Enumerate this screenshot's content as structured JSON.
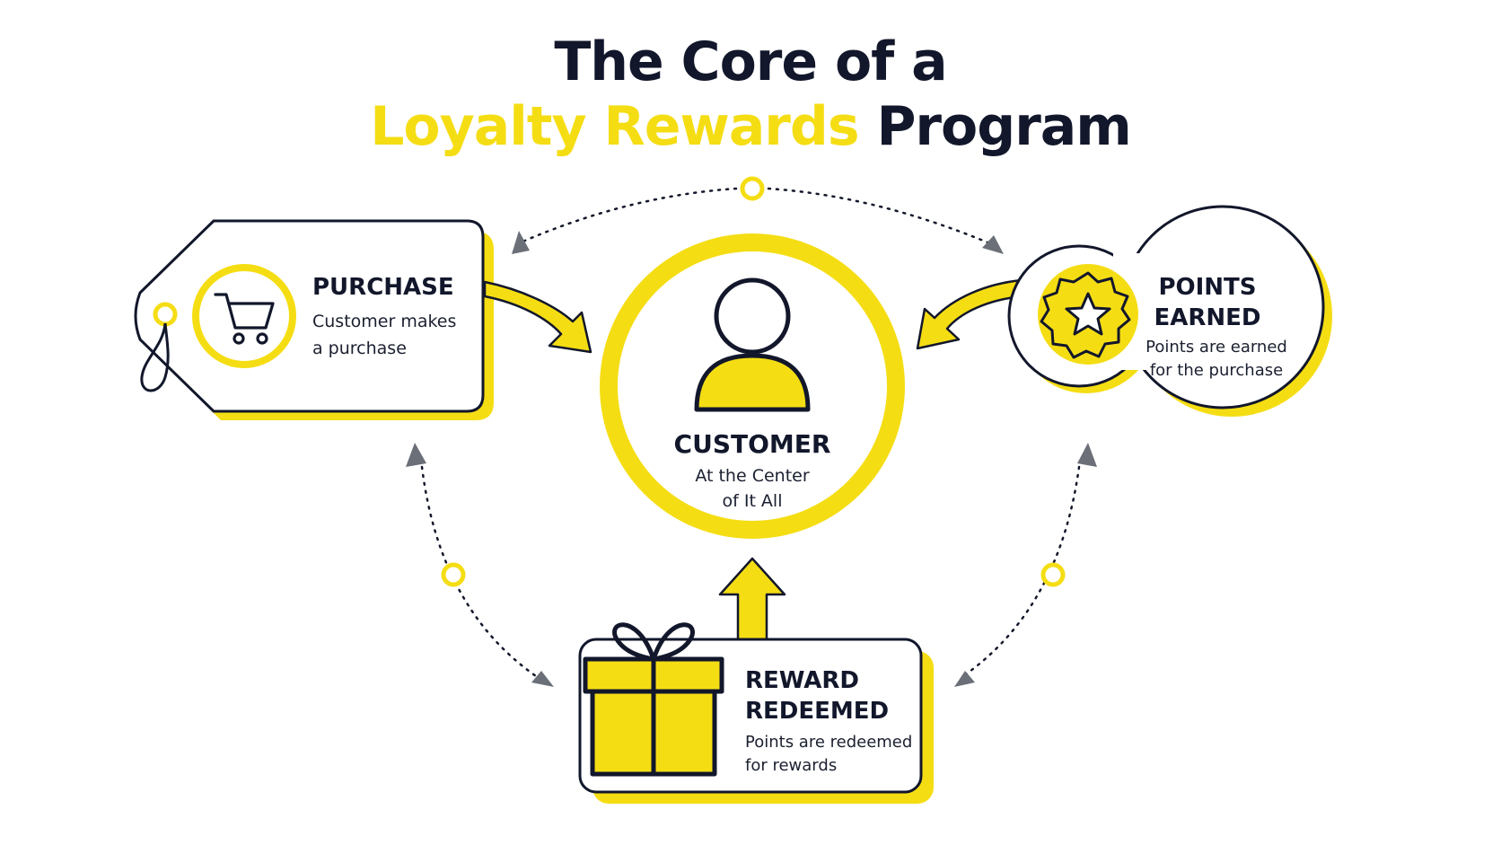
{
  "title": {
    "line1": "The Core of a",
    "line2_accent": "Loyalty Rewards",
    "line2_rest": "Program"
  },
  "center": {
    "heading": "CUSTOMER",
    "line1": "At the Center",
    "line2": "of It All"
  },
  "purchase": {
    "heading": "PURCHASE",
    "line1": "Customer makes",
    "line2": "a purchase"
  },
  "points": {
    "heading1": "POINTS",
    "heading2": "EARNED",
    "line1": "Points are earned",
    "line2": "for the purchase"
  },
  "reward": {
    "heading1": "REWARD",
    "heading2": "REDEEMED",
    "line1": "Points are redeemed",
    "line2": "for rewards"
  },
  "colors": {
    "accent": "#f5dd14",
    "ink": "#12172b",
    "connector": "#6b6f78"
  },
  "icons": {
    "purchase": "shopping-cart-icon",
    "points": "star-badge-icon",
    "reward": "gift-box-icon",
    "customer": "person-icon"
  }
}
